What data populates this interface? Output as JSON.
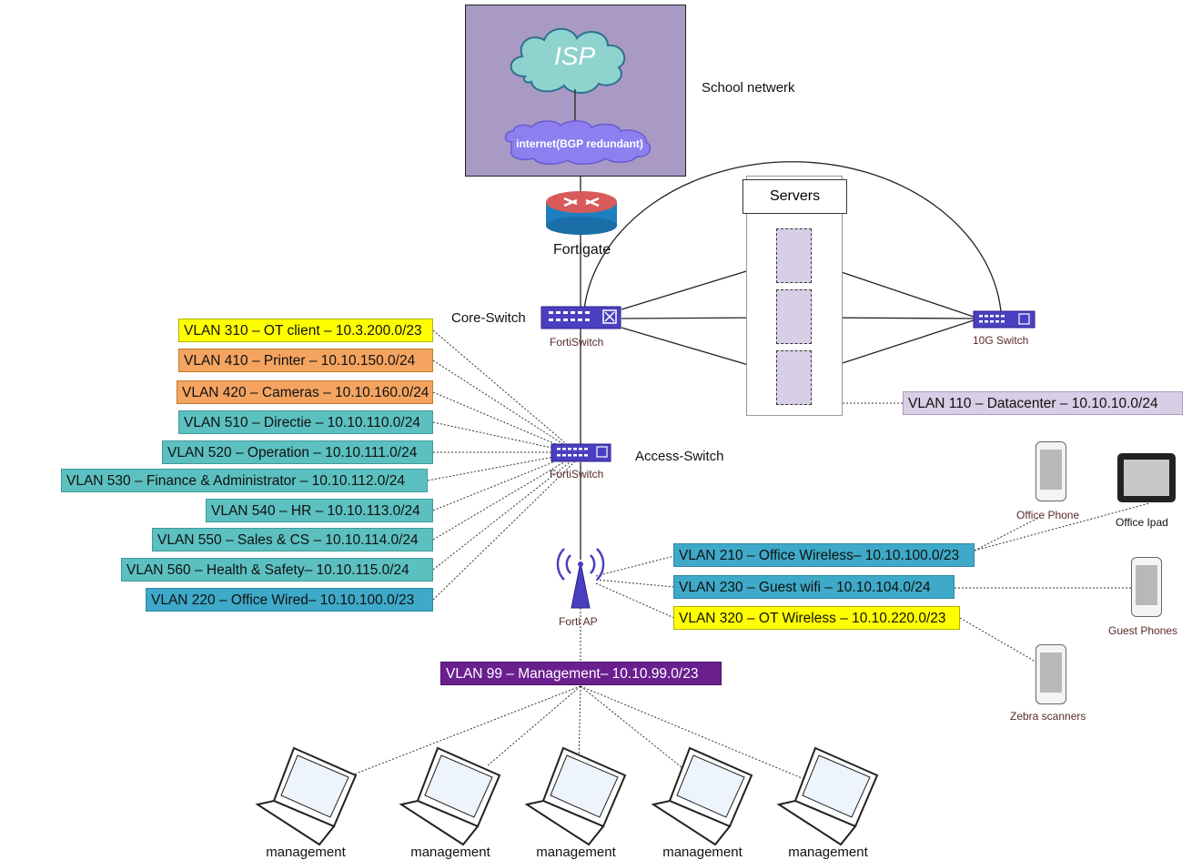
{
  "isp": {
    "cloud_label": "ISP",
    "internet_label": "internet(BGP redundant)"
  },
  "title": "School netwerk",
  "devices": {
    "fortigate": "Fortigate",
    "core_switch": "Core-Switch",
    "core_device": "FortiSwitch",
    "access_switch": "Access-Switch",
    "access_device": "FortiSwitch",
    "switch_10g": "10G Switch",
    "ap": "Forti AP",
    "servers": "Servers"
  },
  "left_vlans": [
    {
      "label": "VLAN 310 – OT client – 10.3.200.0/23",
      "color": "yellow"
    },
    {
      "label": "VLAN 410 – Printer – 10.10.150.0/24",
      "color": "orange"
    },
    {
      "label": "VLAN 420 – Cameras – 10.10.160.0/24",
      "color": "orange"
    },
    {
      "label": "VLAN 510 – Directie – 10.10.110.0/24",
      "color": "teal"
    },
    {
      "label": "VLAN 520 – Operation – 10.10.111.0/24",
      "color": "teal"
    },
    {
      "label": "VLAN 530 – Finance & Administrator – 10.10.112.0/24",
      "color": "teal"
    },
    {
      "label": "VLAN 540 – HR – 10.10.113.0/24",
      "color": "teal"
    },
    {
      "label": "VLAN 550 – Sales & CS – 10.10.114.0/24",
      "color": "teal"
    },
    {
      "label": "VLAN 560 – Health & Safety– 10.10.115.0/24",
      "color": "teal"
    },
    {
      "label": "VLAN 220 – Office Wired– 10.10.100.0/23",
      "color": "blue"
    }
  ],
  "datacenter_vlan": "VLAN 110 – Datacenter  – 10.10.10.0/24",
  "wireless_vlans": [
    {
      "label": "VLAN 210 – Office Wireless– 10.10.100.0/23",
      "color": "blue"
    },
    {
      "label": "VLAN 230 – Guest wifi – 10.10.104.0/24",
      "color": "blue"
    },
    {
      "label": "VLAN 320 – OT Wireless – 10.10.220.0/23",
      "color": "yellow"
    }
  ],
  "management_vlan": "VLAN 99 – Management– 10.10.99.0/23",
  "endpoints": {
    "office_phone": "Office Phone",
    "office_ipad": "Office Ipad",
    "guest_phones": "Guest Phones",
    "zebra": "Zebra scanners"
  },
  "laptops": [
    "management",
    "management",
    "management",
    "management",
    "management"
  ],
  "colors": {
    "isp_box": "#a89ac4",
    "cloud_isp": "#8fd3cf",
    "cloud_internet": "#8d7ff0",
    "switch": "#4a3fc0",
    "yellow": "#ffff00",
    "orange": "#f4a460",
    "teal": "#5cc0c0",
    "blue": "#3ea9c8",
    "lavender": "#d8cfe6",
    "purple": "#6a1f8f"
  }
}
